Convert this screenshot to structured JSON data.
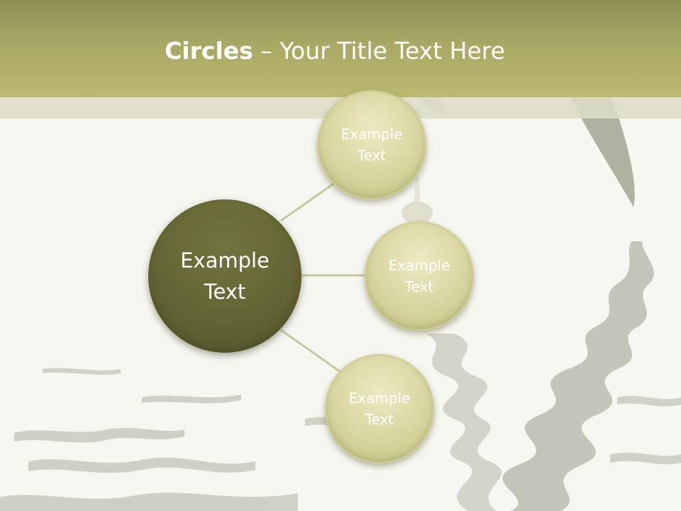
{
  "title": {
    "bold": "Circles",
    "rest": " – Your Title Text Here"
  },
  "diagram": {
    "center": {
      "label": "Example\nText"
    },
    "nodes": [
      {
        "label": "Example\nText"
      },
      {
        "label": "Example\nText"
      },
      {
        "label": "Example\nText"
      }
    ]
  },
  "colors": {
    "header": "#a9a864",
    "center_circle": "#646535",
    "outer_circle": "#dcd9a6",
    "connector": "#c9c7a0"
  }
}
